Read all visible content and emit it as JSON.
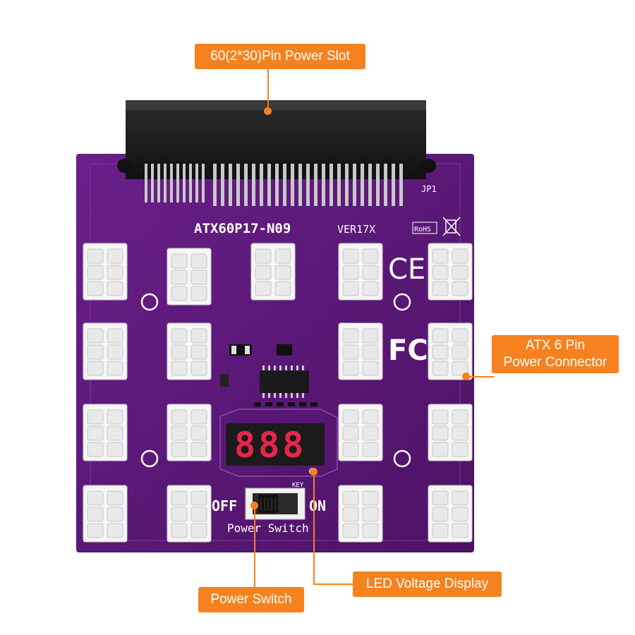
{
  "board": {
    "model": "ATX60P17-N09",
    "version": "VER17X",
    "header_ref": "JP1",
    "display_digits": "888",
    "switch_off_label": "OFF",
    "switch_on_label": "ON",
    "switch_caption": "Power Switch",
    "key_label": "KEY",
    "rohs_mark": "RoHS",
    "ce_mark": "CE",
    "fc_mark": "FC"
  },
  "callouts": {
    "power_slot": "60(2*30)Pin Power Slot",
    "atx_connector_line1": "ATX 6 Pin",
    "atx_connector_line2": "Power Connector",
    "power_switch": "Power Switch",
    "led_display": "LED Voltage Display"
  },
  "colors": {
    "pcb": "#5b1878",
    "accent": "#f5821f",
    "connector": "#f4f4f4",
    "led": "#e8264a"
  },
  "icons": {
    "rohs": "rohs-icon",
    "weee": "weee-bin-icon",
    "ce": "ce-mark-icon",
    "fc": "fcc-mark-icon"
  }
}
